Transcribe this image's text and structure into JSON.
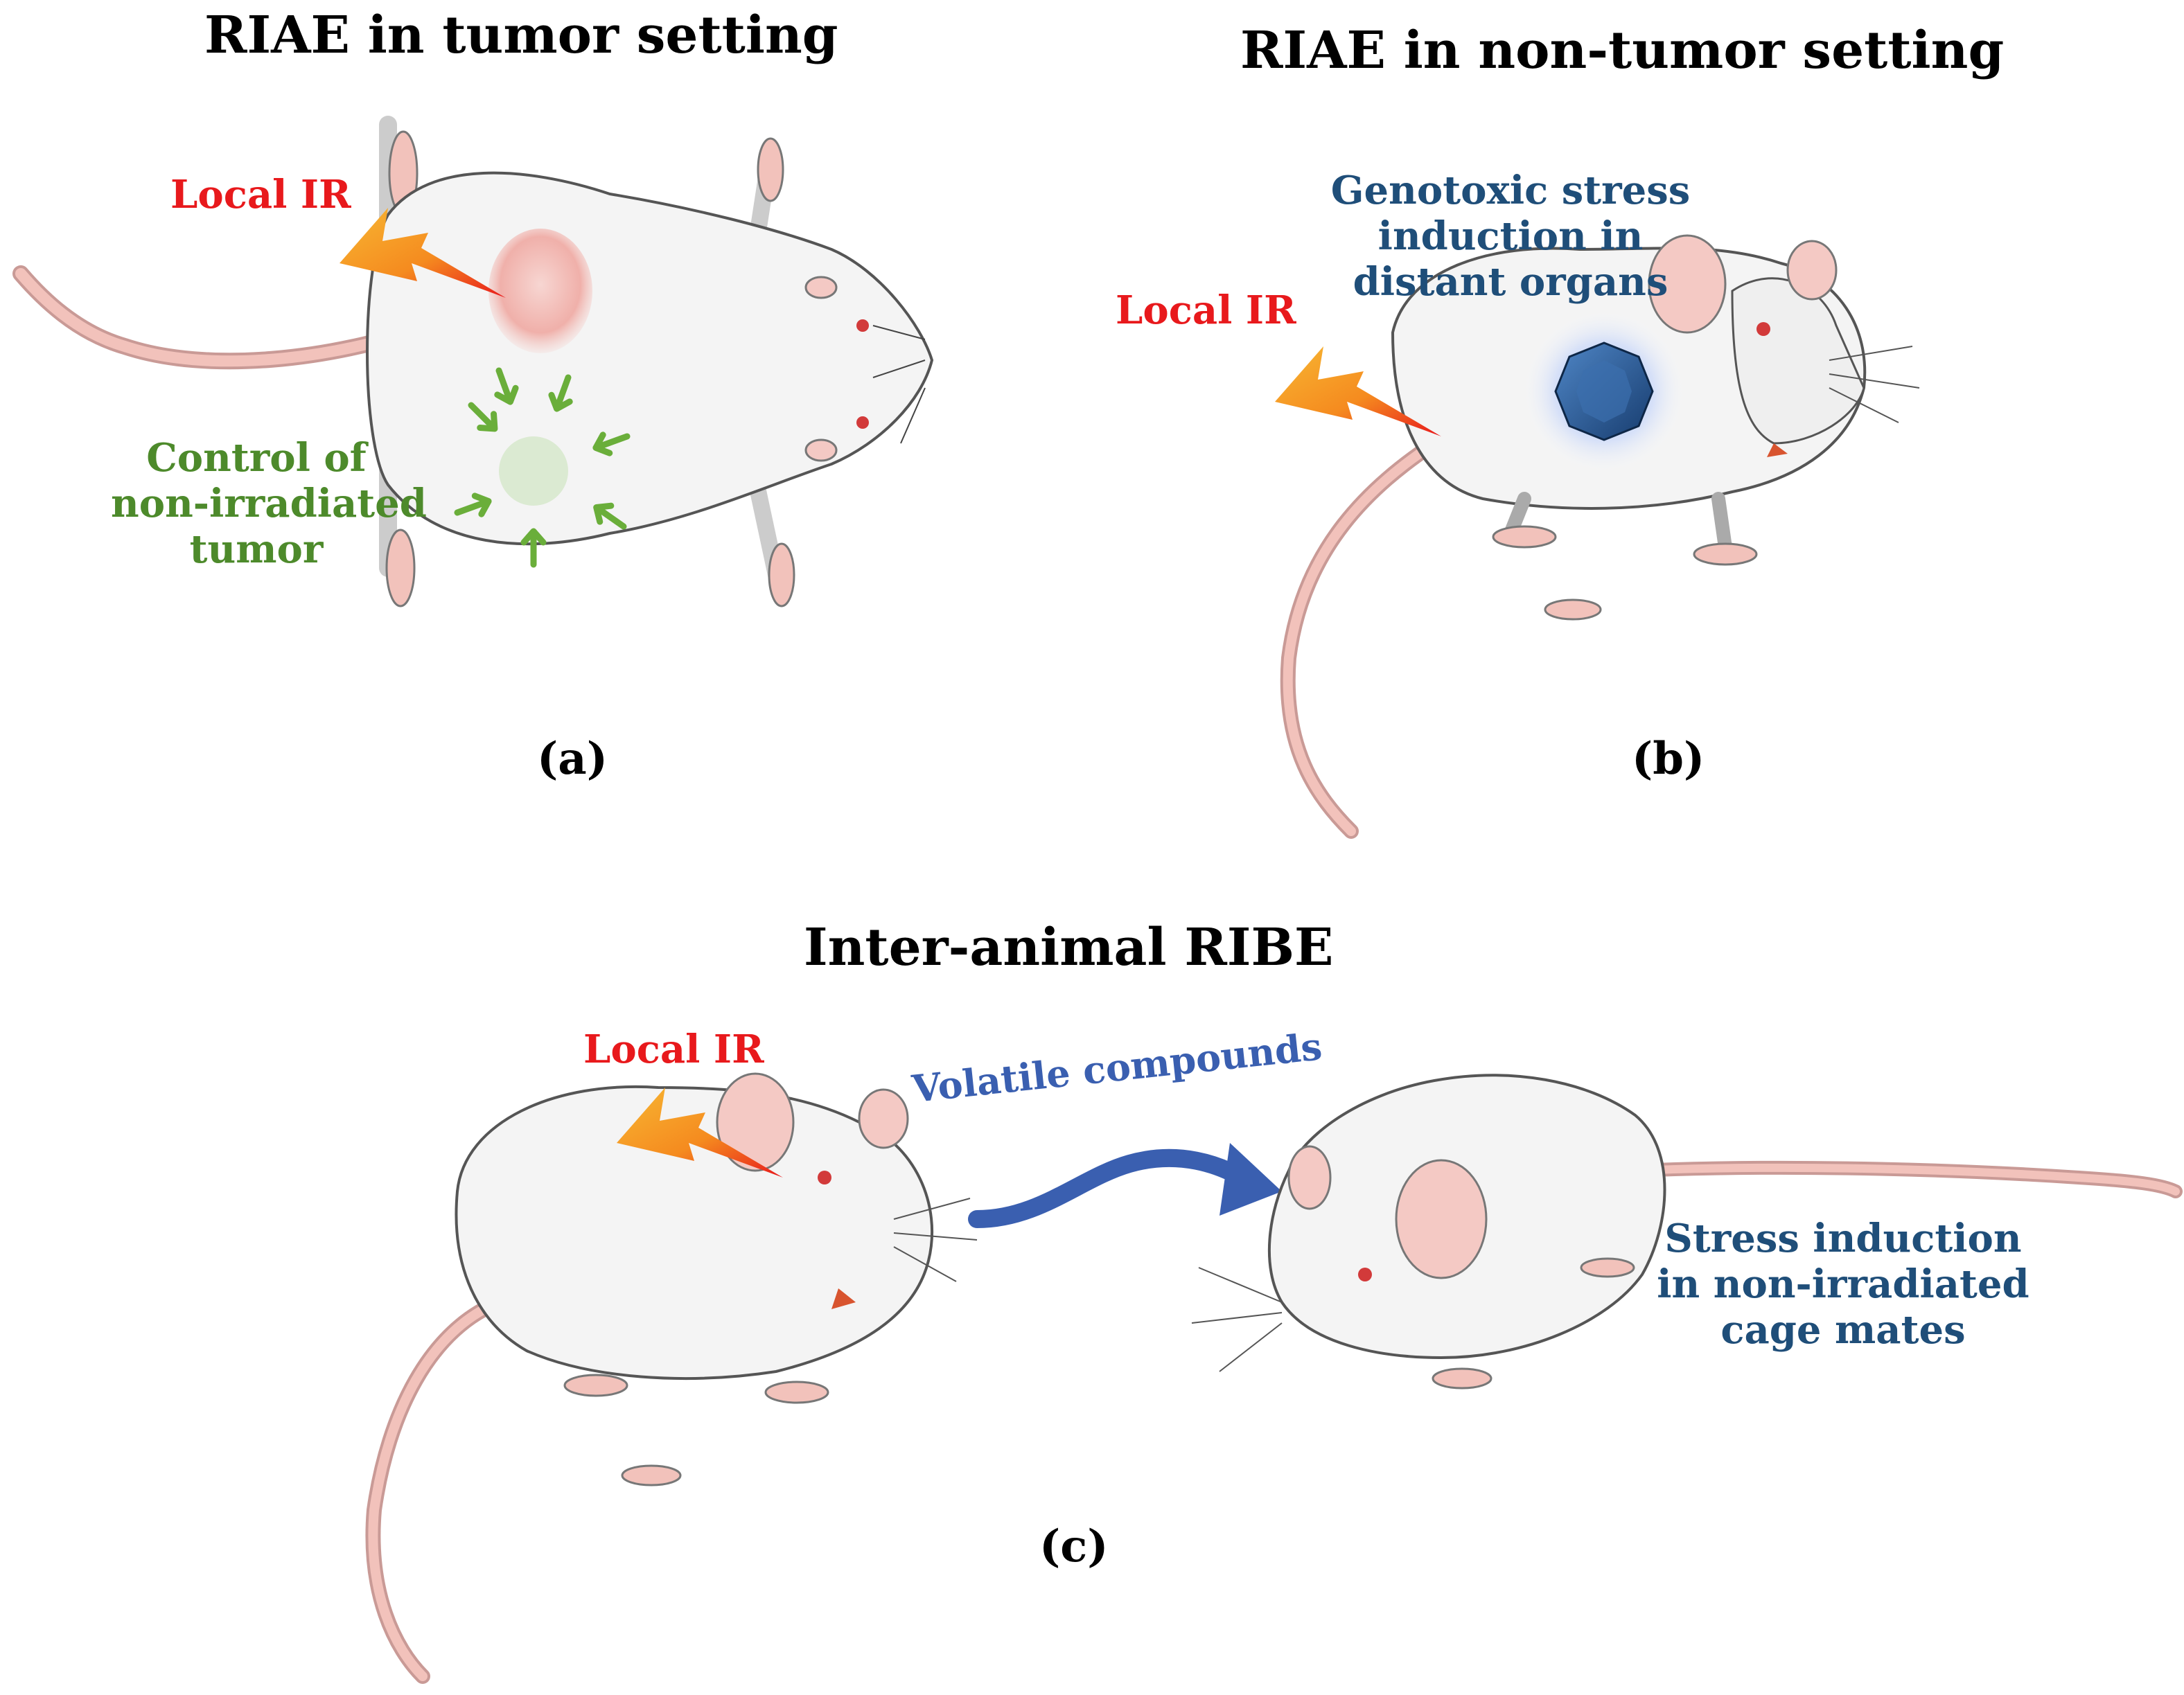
{
  "panel_a": {
    "title": "RIAE in tumor setting",
    "local_ir": "Local IR",
    "control_line1": "Control of",
    "control_line2": "non-irradiated",
    "control_line3": "tumor",
    "tag": "(a)"
  },
  "panel_b": {
    "title": "RIAE in non-tumor setting",
    "local_ir": "Local IR",
    "stress_line1": "Genotoxic stress",
    "stress_line2": "induction in",
    "stress_line3": "distant organs",
    "tag": "(b)"
  },
  "panel_c": {
    "title": "Inter-animal RIBE",
    "local_ir": "Local IR",
    "volatile": "Volatile compounds",
    "mates_line1": "Stress induction",
    "mates_line2": "in non-irradiated",
    "mates_line3": "cage mates",
    "tag": "(c)"
  },
  "colors": {
    "ir_red": "#e8191c",
    "tumor_green": "#4d8a2b",
    "stress_blue": "#1f4e79",
    "volatile_blue": "#3a5fb0",
    "mouse_fill": "#f4f4f4",
    "mouse_outline": "#555555",
    "tail_pink": "#f2c2bb",
    "bolt_orange": "#f39c12"
  },
  "icons": [
    "lightning-bolt-icon",
    "mouse-illustration",
    "blue-gem-organ-icon",
    "green-inward-arrow-icon",
    "curved-arrow-icon"
  ]
}
